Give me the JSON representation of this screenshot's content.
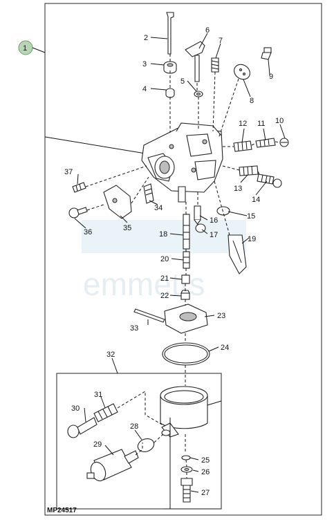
{
  "assembly_badge": "1",
  "figure_code": "MP24517",
  "watermark": "emmetts",
  "callouts": [
    "2",
    "3",
    "4",
    "5",
    "6",
    "7",
    "8",
    "9",
    "10",
    "11",
    "12",
    "13",
    "14",
    "15",
    "16",
    "17",
    "18",
    "19",
    "20",
    "21",
    "22",
    "23",
    "24",
    "25",
    "26",
    "27",
    "28",
    "29",
    "30",
    "31",
    "32",
    "33",
    "34",
    "35",
    "36",
    "37"
  ]
}
